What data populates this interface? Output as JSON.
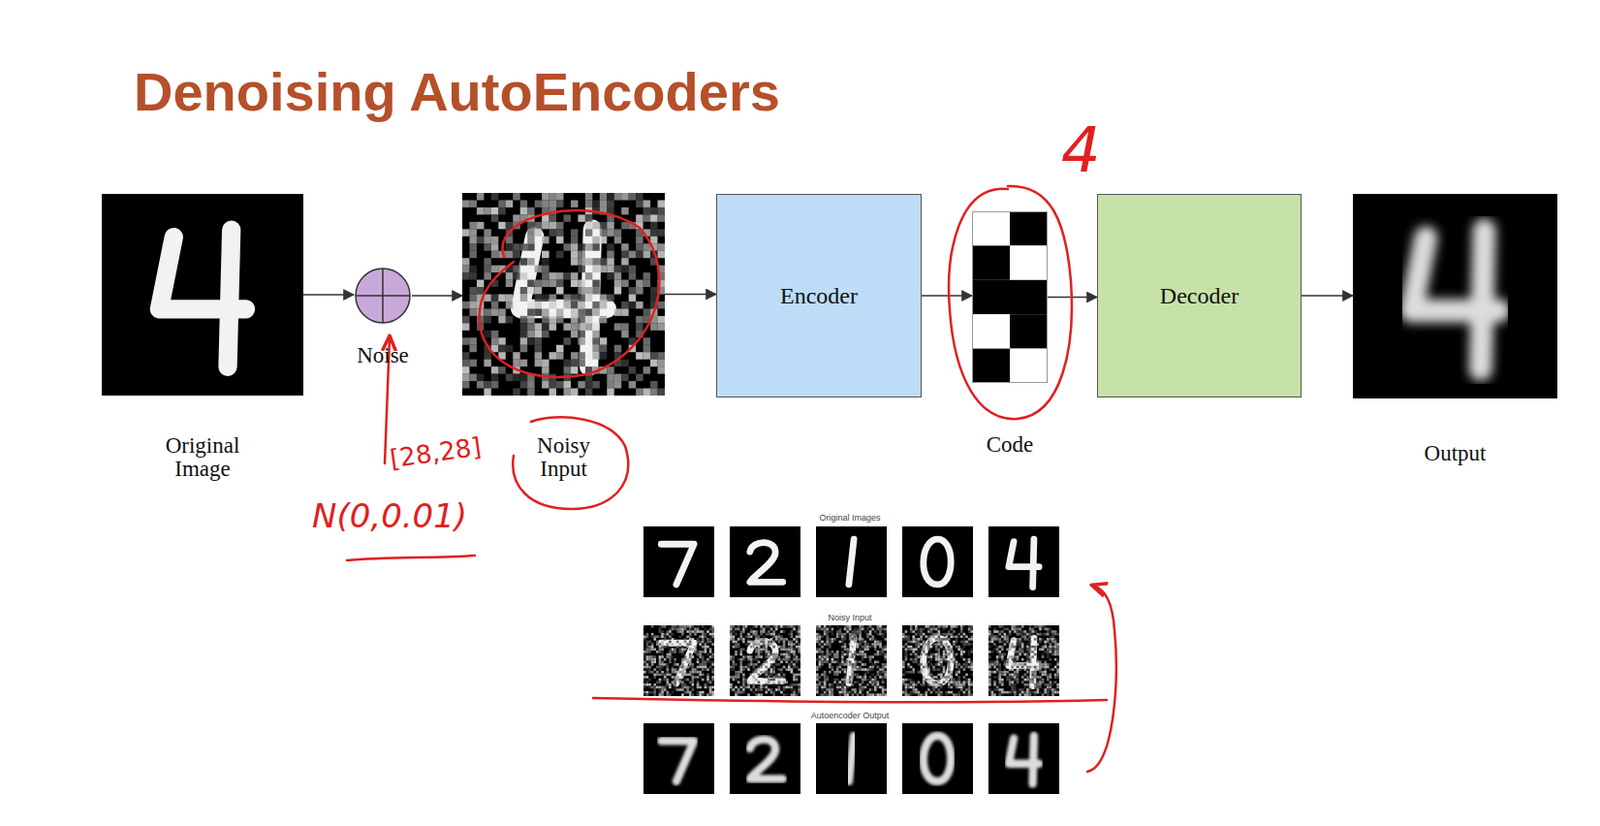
{
  "diagram": {
    "title": "Denoising AutoEncoders",
    "nodes": [
      {
        "text": [
          "Original Image"
        ]
      },
      {
        "text": [
          "Noise"
        ]
      },
      {
        "text": [
          "Noisy Input"
        ]
      },
      {
        "text": [
          "Encoder"
        ]
      },
      {
        "text": [
          "Code"
        ]
      },
      {
        "text": [
          "Decoder"
        ]
      },
      {
        "text": [
          "Output"
        ]
      }
    ],
    "edges": [
      {
        "from": 0,
        "to": 1,
        "arrow": "to"
      },
      {
        "from": 1,
        "to": 2,
        "arrow": "to"
      },
      {
        "from": 2,
        "to": 3,
        "arrow": "to"
      },
      {
        "from": 3,
        "to": 4,
        "arrow": "to"
      },
      {
        "from": 4,
        "to": 5,
        "arrow": "to"
      },
      {
        "from": 5,
        "to": 6,
        "arrow": "to"
      }
    ],
    "labels": [
      "4",
      "[28,28]",
      "N(0,0.01)",
      "Original Images",
      "Noisy Input",
      "Autoencoder Output"
    ]
  }
}
